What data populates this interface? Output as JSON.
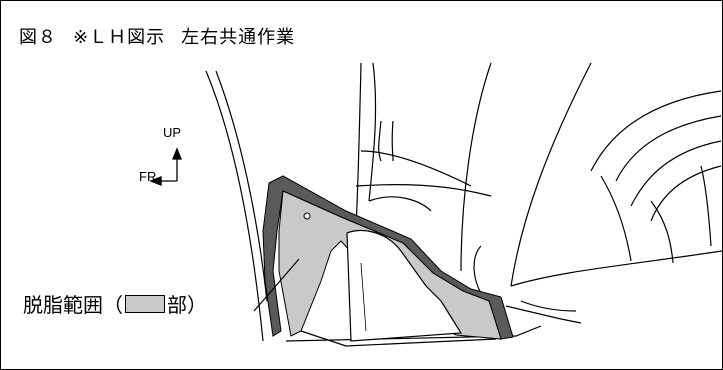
{
  "header": {
    "figure_label": "図８",
    "note": "※ＬＨ図示",
    "description": "左右共通作業"
  },
  "arrows": {
    "up": "UP",
    "fr": "FR"
  },
  "legend": {
    "text_before": "脱脂範囲（",
    "text_after": "部）"
  },
  "colors": {
    "degrease_area": "#c9c9c9",
    "seal_dark": "#5a5a5a",
    "line": "#000000"
  }
}
